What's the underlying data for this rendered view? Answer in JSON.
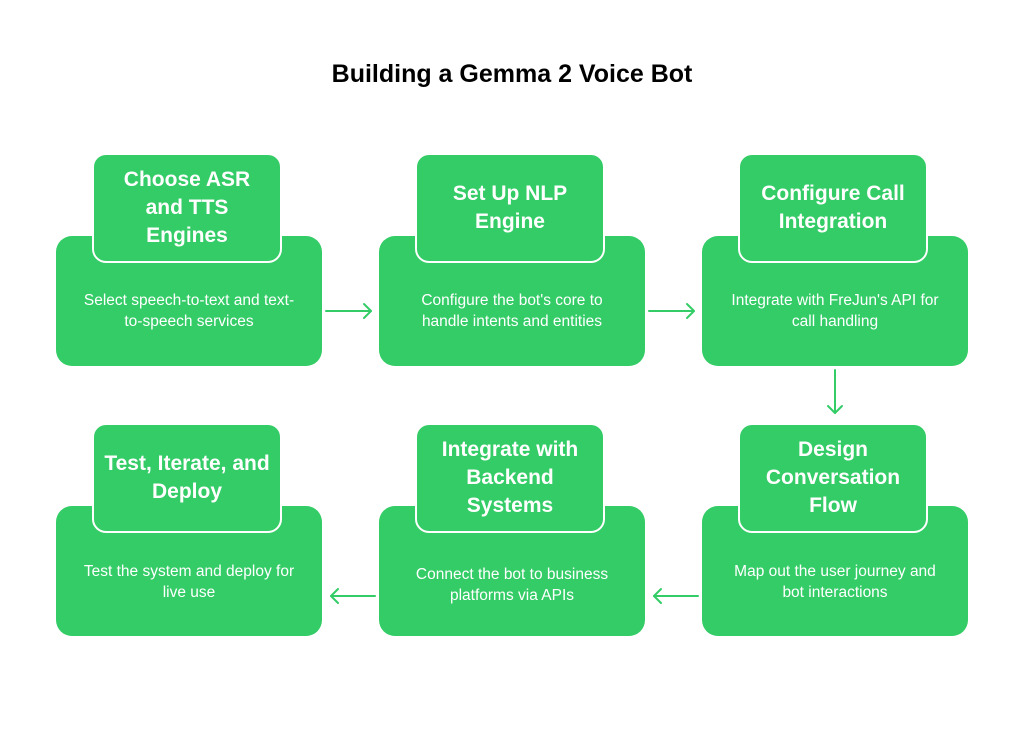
{
  "title": "Building a Gemma 2 Voice Bot",
  "colors": {
    "box_fill": "#33cc66",
    "arrow": "#33cc66",
    "text_on_box": "#ffffff",
    "title": "#000000"
  },
  "steps": [
    {
      "title": "Choose ASR and TTS Engines",
      "description": "Select speech-to-text and text-to-speech services"
    },
    {
      "title": "Set Up NLP Engine",
      "description": "Configure the bot's core to handle intents and entities"
    },
    {
      "title": "Configure Call Integration",
      "description": "Integrate with FreJun's API for call handling"
    },
    {
      "title": "Design Conversation Flow",
      "description": "Map out the user journey and bot interactions"
    },
    {
      "title": "Integrate with Backend Systems",
      "description": "Connect the bot to business platforms via APIs"
    },
    {
      "title": "Test, Iterate, and Deploy",
      "description": "Test the system and deploy for live use"
    }
  ]
}
